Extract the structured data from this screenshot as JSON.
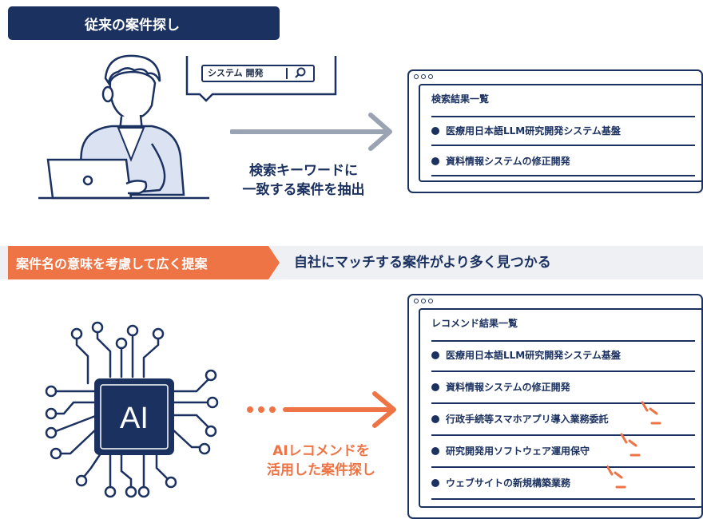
{
  "header": {
    "label": "従来の案件探し"
  },
  "search": {
    "query": "システム 開発"
  },
  "traditional": {
    "caption_line1": "検索キーワードに",
    "caption_line2": "一致する案件を抽出",
    "results_title": "検索結果一覧",
    "results": [
      "医療用日本語LLM研究開発システム基盤",
      "資料情報システムの修正開発"
    ]
  },
  "banner": {
    "tag": "案件名の意味を考慮して広く提案",
    "text": "自社にマッチする案件がより多く見つかる"
  },
  "ai": {
    "chip_label": "AI",
    "caption_line1": "AIレコメンドを",
    "caption_line2": "活用した案件探し",
    "results_title": "レコメンド結果一覧",
    "results": [
      "医療用日本語LLM研究開発システム基盤",
      "資料情報システムの修正開発",
      "行政手続等スマホアプリ導入業務委託",
      "研究開発用ソフトウェア運用保守",
      "ウェブサイトの新規構築業務"
    ]
  },
  "colors": {
    "navy": "#1b3160",
    "orange": "#ee7445",
    "gray_arrow": "#9aa3b2",
    "banner_bg": "#eef0f3"
  }
}
